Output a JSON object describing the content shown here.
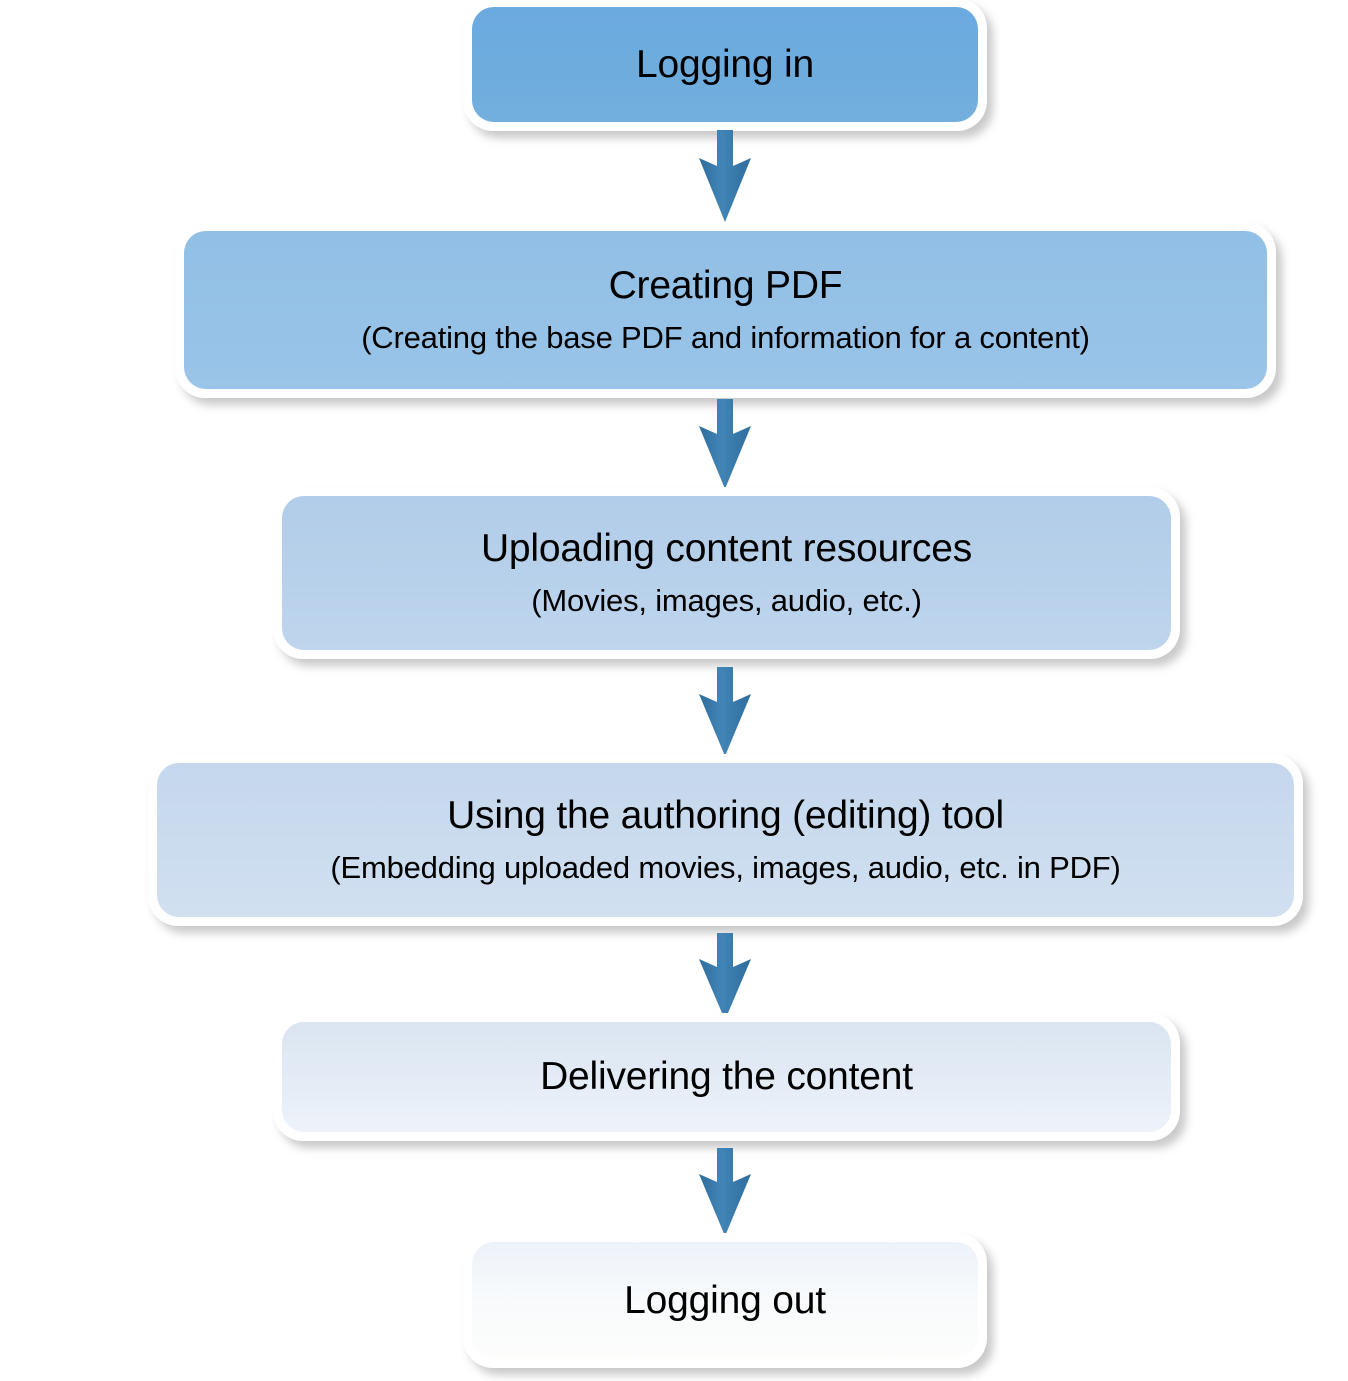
{
  "diagram": {
    "type": "flowchart",
    "orientation": "vertical-top-to-bottom",
    "accent_color": "#3A7CAF",
    "arrow_color": "#3C7FB1",
    "text_color": "#000000",
    "background": "#FFFFFF",
    "steps": [
      {
        "id": "logging-in",
        "title": "Logging in",
        "subtitle": "",
        "fill": "#6BAADF"
      },
      {
        "id": "creating-pdf",
        "title": "Creating PDF",
        "subtitle": "(Creating the base PDF and information for a content)",
        "fill": "#95C1E6"
      },
      {
        "id": "uploading-content-resources",
        "title": "Uploading content resources",
        "subtitle": "(Movies, images, audio, etc.)",
        "fill": "#B8D1EB"
      },
      {
        "id": "using-the-authoring-tool",
        "title": "Using the authoring (editing) tool",
        "subtitle": "(Embedding uploaded movies, images, audio, etc. in PDF)",
        "fill": "#CBDCEF"
      },
      {
        "id": "delivering-the-content",
        "title": "Delivering the content",
        "subtitle": "",
        "fill": "#E4ECF6"
      },
      {
        "id": "logging-out",
        "title": "Logging out",
        "subtitle": "",
        "fill": "#F7FAFC"
      }
    ],
    "connectors": [
      {
        "id": "arrow-1",
        "from": "logging-in",
        "to": "creating-pdf",
        "glyph": "down-arrow-icon"
      },
      {
        "id": "arrow-2",
        "from": "creating-pdf",
        "to": "uploading-content-resources",
        "glyph": "down-arrow-icon"
      },
      {
        "id": "arrow-3",
        "from": "uploading-content-resources",
        "to": "using-the-authoring-tool",
        "glyph": "down-arrow-icon"
      },
      {
        "id": "arrow-4",
        "from": "using-the-authoring-tool",
        "to": "delivering-the-content",
        "glyph": "down-arrow-icon"
      },
      {
        "id": "arrow-5",
        "from": "delivering-the-content",
        "to": "logging-out",
        "glyph": "down-arrow-icon"
      }
    ]
  }
}
